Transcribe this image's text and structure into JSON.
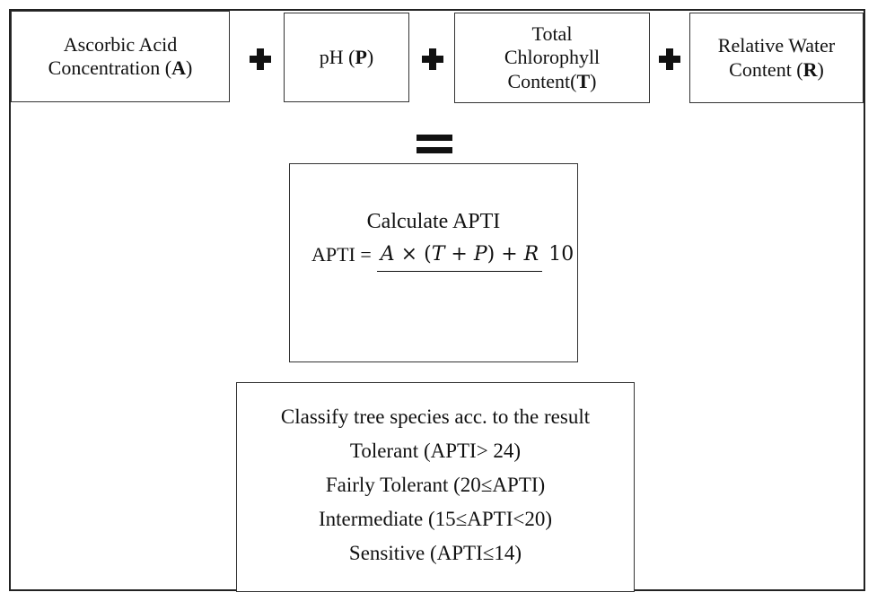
{
  "inputs": [
    {
      "text": "Ascorbic Acid Concentration (",
      "letter": "A",
      "tail": ")"
    },
    {
      "text": "pH (",
      "letter": "P",
      "tail": ")"
    },
    {
      "text": "Total Chlorophyll Content(",
      "letter": "T",
      "tail": ")"
    },
    {
      "text": "Relative Water Content (",
      "letter": "R",
      "tail": ")"
    }
  ],
  "calc": {
    "title": "Calculate APTI",
    "lhs": "APTI =",
    "num_A": "A",
    "num_T": "T",
    "num_P": "P",
    "num_R": "R",
    "den": "10"
  },
  "classify": {
    "title": "Classify tree species acc. to the result",
    "lines": [
      "Tolerant (APTI> 24)",
      "Fairly Tolerant (20≤APTI)",
      "Intermediate (15≤APTI<20)",
      "Sensitive (APTI≤14)"
    ]
  }
}
